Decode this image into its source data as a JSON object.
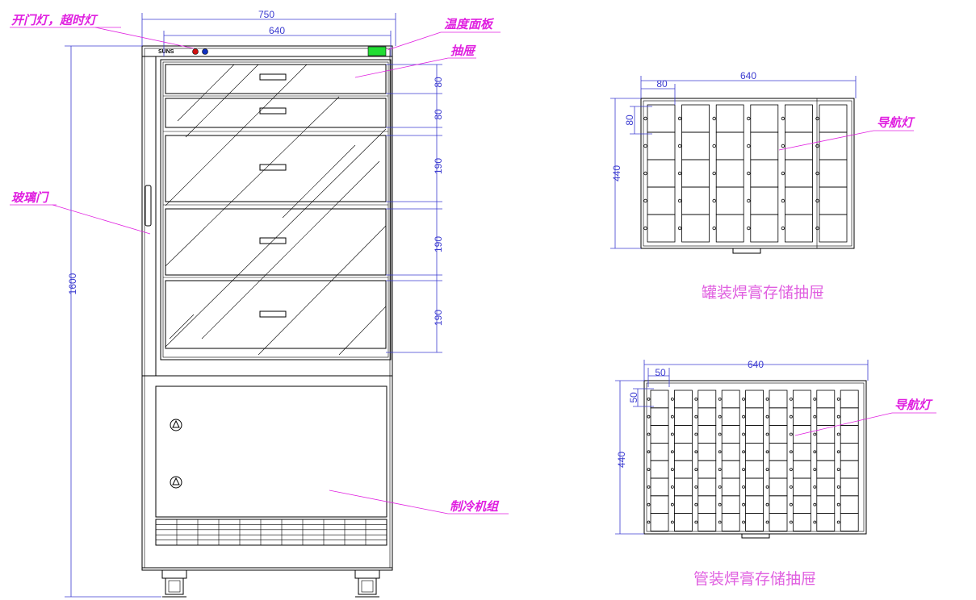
{
  "labels": {
    "lights": "开门灯，超时灯",
    "temp_panel": "温度面板",
    "drawer": "抽屉",
    "glass_door": "玻璃门",
    "refrigeration": "制冷机组",
    "nav_light_1": "导航灯",
    "nav_light_2": "导航灯"
  },
  "logo_text": "SUNS",
  "dims": {
    "overall_width": "750",
    "inner_width": "640",
    "height": "1600",
    "d1": "80",
    "d2": "80",
    "d3": "190",
    "d4": "190",
    "d5": "190",
    "can_width": "640",
    "can_cell": "80",
    "can_cell_h": "80",
    "can_depth": "440",
    "tube_width": "640",
    "tube_cell": "50",
    "tube_cell_h": "50",
    "tube_depth": "440"
  },
  "captions": {
    "can_drawer": "罐装焊膏存储抽屉",
    "tube_drawer": "管装焊膏存储抽屉"
  },
  "colors": {
    "line": "#000000",
    "dimension": "#3b3bd0",
    "annotation": "#e020e0",
    "indicator_red": "#d01010",
    "indicator_blue": "#1030c0",
    "panel_green": "#22dd33"
  }
}
